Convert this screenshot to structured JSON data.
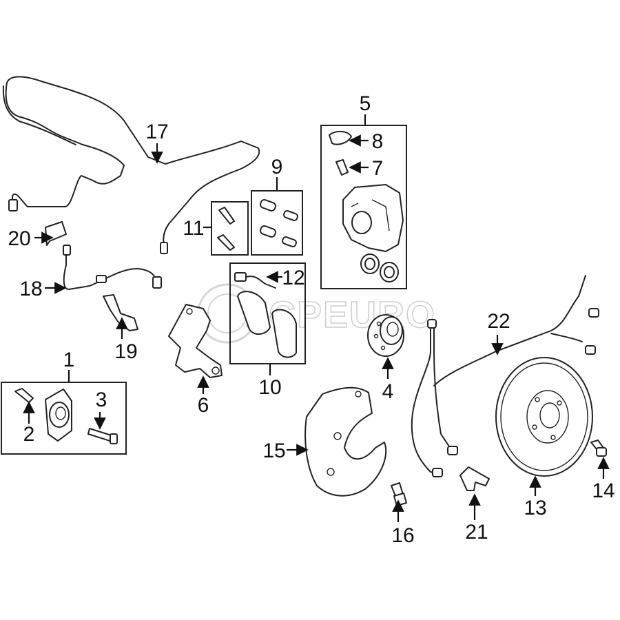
{
  "diagram": {
    "type": "exploded-parts-diagram",
    "title": "Front brake and wheel hub assembly",
    "watermark": "FCPEURO",
    "callouts": [
      "1",
      "2",
      "3",
      "4",
      "5",
      "6",
      "7",
      "8",
      "9",
      "10",
      "11",
      "12",
      "13",
      "14",
      "15",
      "16",
      "17",
      "18",
      "19",
      "20",
      "21",
      "22"
    ]
  },
  "colors": {
    "ink": "#222222",
    "watermark": "#cfcfcf",
    "background": "#ffffff"
  }
}
